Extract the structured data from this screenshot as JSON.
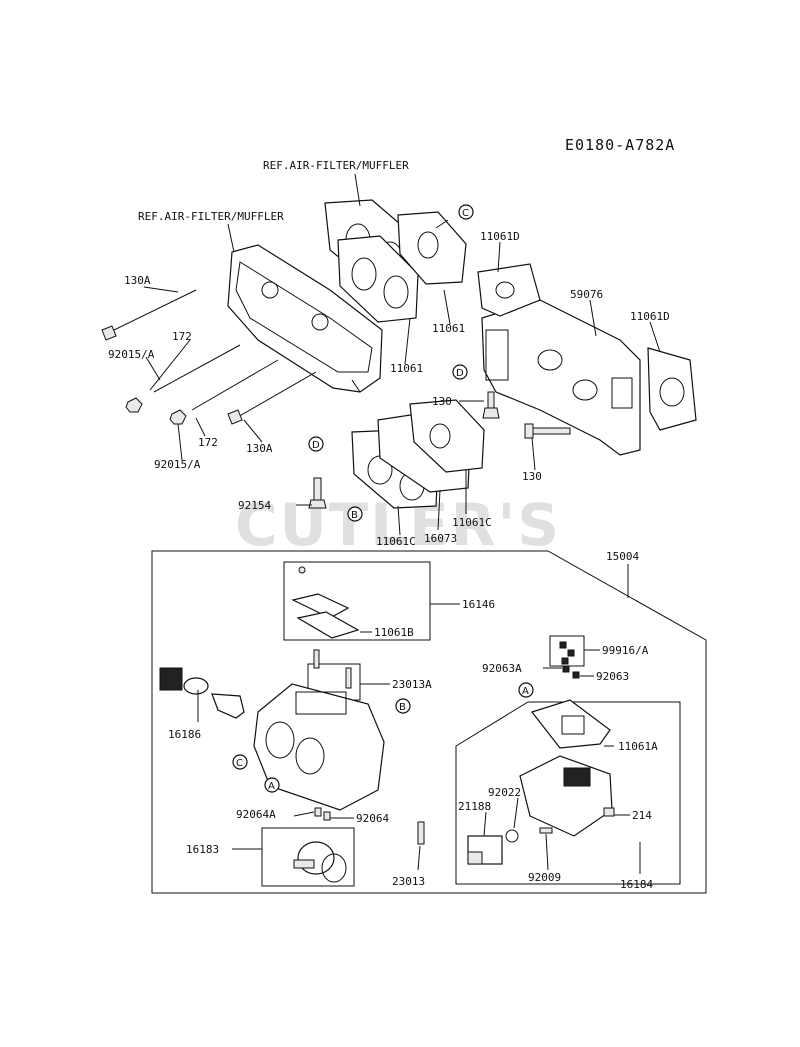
{
  "diagram_code": "E0180-A782A",
  "watermark": "CUTLER'S",
  "ref_labels": {
    "ref_upper": "REF.AIR-FILTER/MUFFLER",
    "ref_lower": "REF.AIR-FILTER/MUFFLER"
  },
  "callouts": {
    "c_upper": "C",
    "d_right": "D",
    "d_left": "D",
    "b_left": "B",
    "b_carb": "B",
    "c_carb": "C",
    "a_carb": "A",
    "a_bowl": "A"
  },
  "parts": {
    "p130a_top": "130A",
    "p92015a_top": "92015/A",
    "p172_top": "172",
    "p172_bottom": "172",
    "p92015a_bottom": "92015/A",
    "p130a_bottom": "130A",
    "p11061_a": "11061",
    "p11061_b": "11061",
    "p11061d_top": "11061D",
    "p59076": "59076",
    "p11061d_right": "11061D",
    "p130_left": "130",
    "p130_right": "130",
    "p92154": "92154",
    "p11061c_left": "11061C",
    "p16073": "16073",
    "p11061c_right": "11061C",
    "p15004": "15004",
    "p16146": "16146",
    "p11061b": "11061B",
    "p23013a": "23013A",
    "p99916a": "99916/A",
    "p92063a": "92063A",
    "p92063": "92063",
    "p16186": "16186",
    "p11061a": "11061A",
    "p92022": "92022",
    "p21188": "21188",
    "p214": "214",
    "p92064a": "92064A",
    "p92064": "92064",
    "p16183": "16183",
    "p23013": "23013",
    "p92009": "92009",
    "p16184": "16184"
  }
}
